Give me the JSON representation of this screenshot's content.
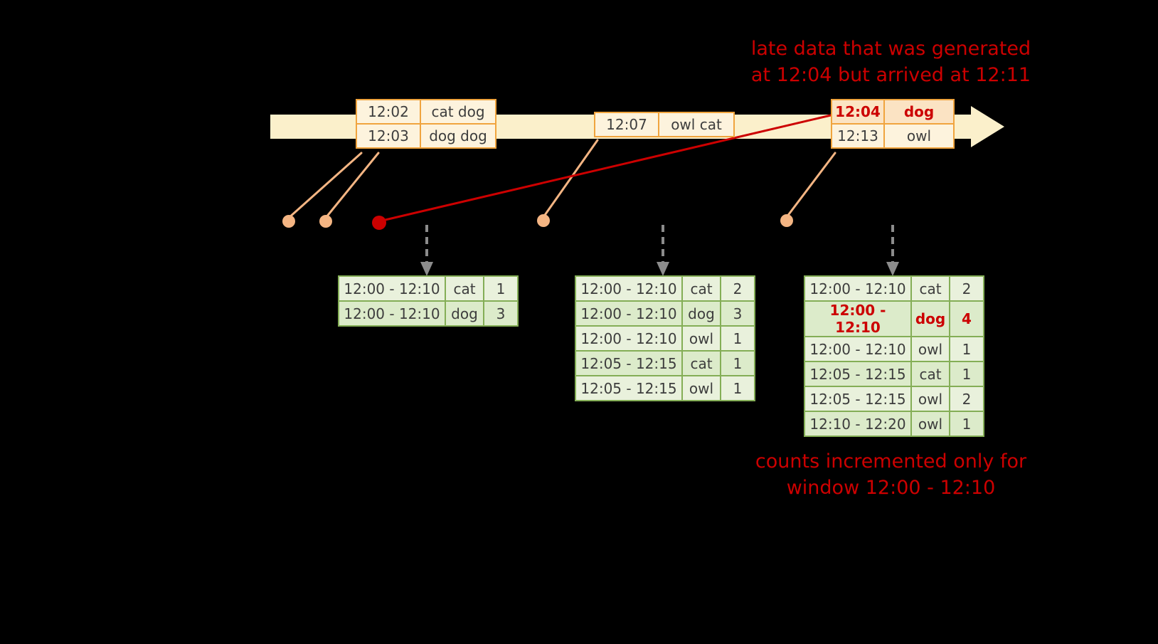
{
  "colors": {
    "background": "#000000",
    "timeline_fill": "#fbf0cb",
    "event_border": "#f0a43e",
    "event_fill": "#fdf3dd",
    "late_event_fill": "#fbe3c3",
    "connector": "#f4b583",
    "late_red": "#cc0000",
    "result_border": "#84ae56",
    "result_row_light": "#e9f1dc",
    "result_row_dark": "#dcebca",
    "table_text": "#3d3d3d",
    "dashed_arrow": "#8c8c8c"
  },
  "annotations": {
    "late_data_line1": "late data that was generated",
    "late_data_line2": "at 12:04 but arrived at 12:11",
    "counts_line1": "counts incremented only for",
    "counts_line2": "window 12:00 - 12:10"
  },
  "events": {
    "group1": {
      "rows": [
        {
          "time": "12:02",
          "words": "cat dog"
        },
        {
          "time": "12:03",
          "words": "dog dog"
        }
      ]
    },
    "group2": {
      "rows": [
        {
          "time": "12:07",
          "words": "owl cat"
        }
      ]
    },
    "group3": {
      "rows": [
        {
          "time": "12:04",
          "words": "dog"
        },
        {
          "time": "12:13",
          "words": "owl"
        }
      ]
    }
  },
  "result_tables": {
    "t1": {
      "rows": [
        {
          "window": "12:00 - 12:10",
          "word": "cat",
          "count": "1"
        },
        {
          "window": "12:00 - 12:10",
          "word": "dog",
          "count": "3"
        }
      ]
    },
    "t2": {
      "rows": [
        {
          "window": "12:00 - 12:10",
          "word": "cat",
          "count": "2"
        },
        {
          "window": "12:00 - 12:10",
          "word": "dog",
          "count": "3"
        },
        {
          "window": "12:00 - 12:10",
          "word": "owl",
          "count": "1"
        },
        {
          "window": "12:05 - 12:15",
          "word": "cat",
          "count": "1"
        },
        {
          "window": "12:05 - 12:15",
          "word": "owl",
          "count": "1"
        }
      ]
    },
    "t3": {
      "rows": [
        {
          "window": "12:00 - 12:10",
          "word": "cat",
          "count": "2"
        },
        {
          "window": "12:00 - 12:10",
          "word": "dog",
          "count": "4"
        },
        {
          "window": "12:00 - 12:10",
          "word": "owl",
          "count": "1"
        },
        {
          "window": "12:05 - 12:15",
          "word": "cat",
          "count": "1"
        },
        {
          "window": "12:05 - 12:15",
          "word": "owl",
          "count": "2"
        },
        {
          "window": "12:10 - 12:20",
          "word": "owl",
          "count": "1"
        }
      ]
    }
  }
}
